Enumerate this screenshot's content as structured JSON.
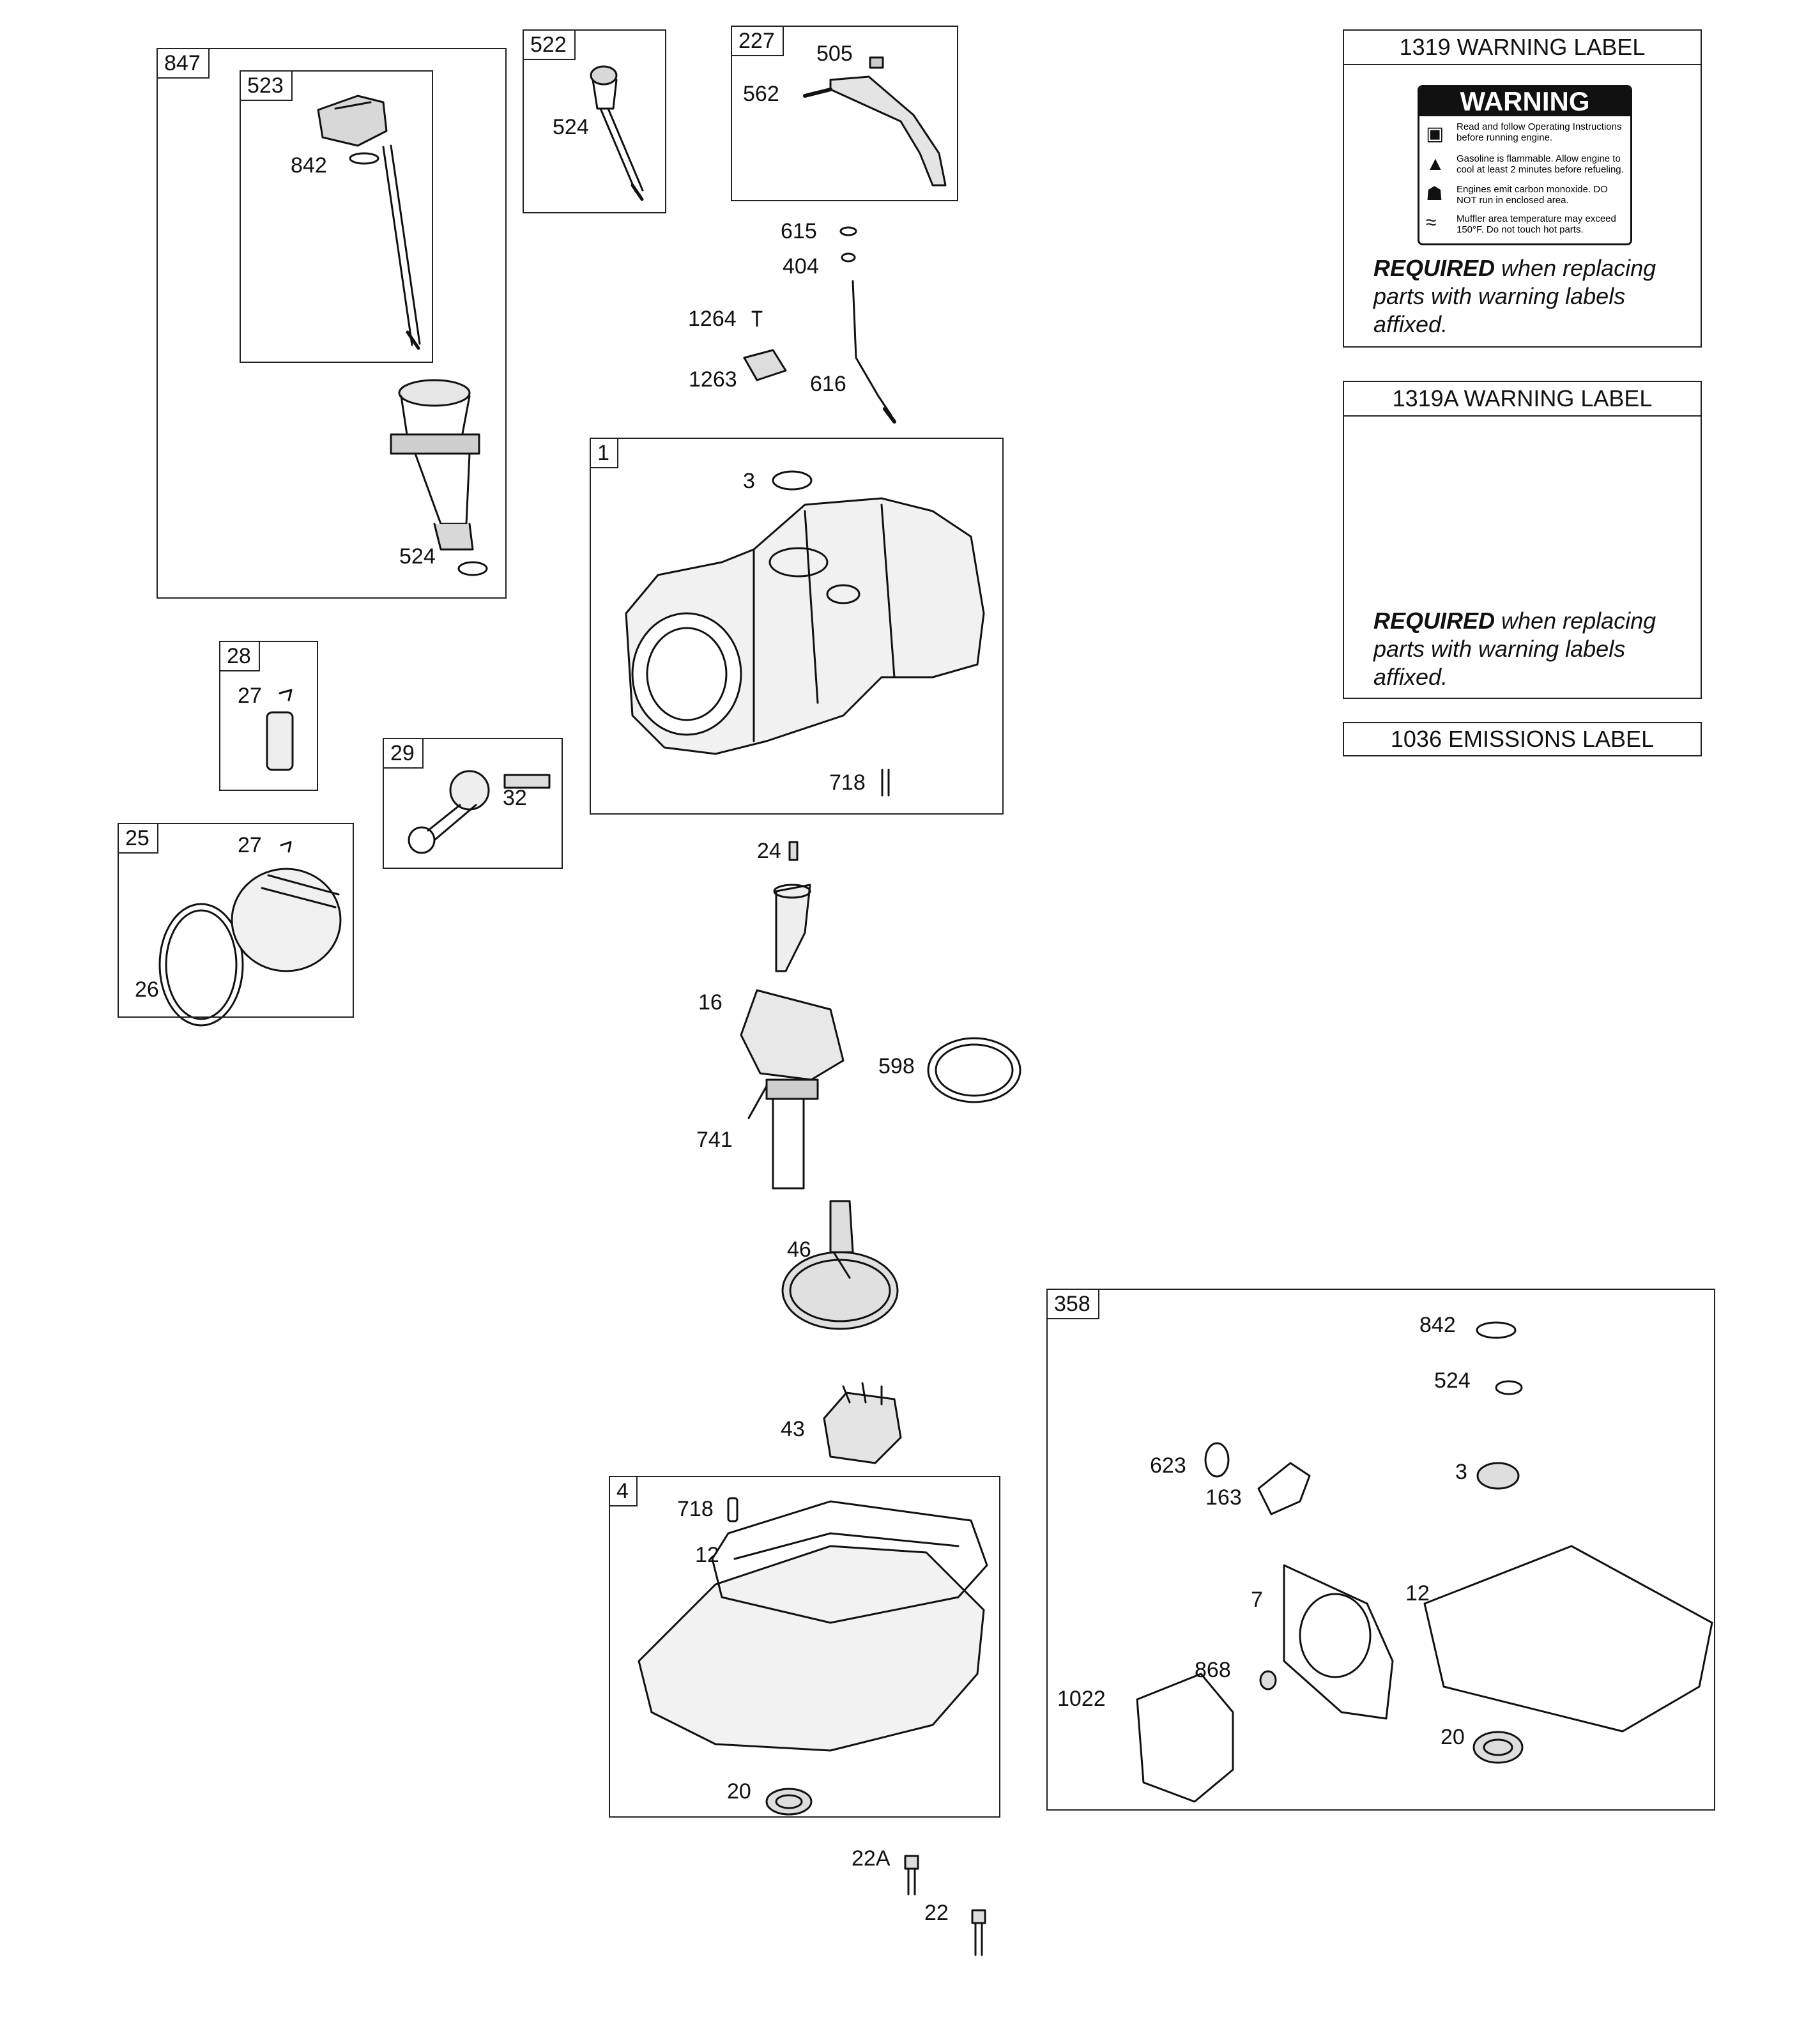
{
  "callouts": {
    "n847": "847",
    "n523": "523",
    "n842a": "842",
    "n524a": "524",
    "n522": "522",
    "n524b": "524",
    "n227": "227",
    "n505": "505",
    "n562": "562",
    "n615": "615",
    "n404": "404",
    "n1264": "1264",
    "n1263": "1263",
    "n616": "616",
    "n1": "1",
    "n3a": "3",
    "n718a": "718",
    "n28": "28",
    "n27a": "27",
    "n29": "29",
    "n32": "32",
    "n25": "25",
    "n27b": "27",
    "n26": "26",
    "n24": "24",
    "n16": "16",
    "n598": "598",
    "n741": "741",
    "n46": "46",
    "n43": "43",
    "n4": "4",
    "n718b": "718",
    "n12a": "12",
    "n20a": "20",
    "n22A": "22A",
    "n22": "22",
    "n358": "358",
    "n842b": "842",
    "n524c": "524",
    "n623": "623",
    "n163": "163",
    "n3b": "3",
    "n7": "7",
    "n12b": "12",
    "n868": "868",
    "n1022": "1022",
    "n20b": "20"
  },
  "labels": {
    "l1319": {
      "title": "1319 WARNING LABEL",
      "plate_header": "WARNING",
      "rows": [
        "Read and follow Operating Instructions before running engine.",
        "Gasoline is flammable. Allow engine to cool at least 2 minutes before refueling.",
        "Engines emit carbon monoxide. DO NOT run in enclosed area.",
        "Muffler area temperature may exceed 150°F. Do not touch hot parts."
      ],
      "req_bold": "REQUIRED",
      "req_rest": " when replacing parts with warning labels affixed."
    },
    "l1319A": {
      "title": "1319A WARNING LABEL",
      "req_bold": "REQUIRED",
      "req_rest": " when replacing parts with warning labels affixed."
    },
    "l1036": {
      "title": "1036 EMISSIONS LABEL"
    }
  }
}
